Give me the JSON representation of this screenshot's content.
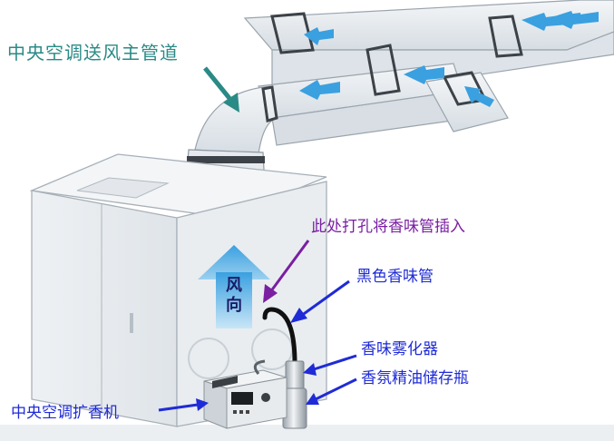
{
  "labels": {
    "main_duct": "中央空调送风主管道",
    "punch_hole": "此处打孔将香味管插入",
    "black_tube": "黑色香味管",
    "atomizer": "香味雾化器",
    "oil_bottle": "香氛精油储存瓶",
    "diffuser": "中央空调扩香机",
    "wind_1": "风",
    "wind_2": "向"
  },
  "colors": {
    "teal": "#2a8a86",
    "purple": "#7a1fa2",
    "label_blue": "#1f2bd6",
    "flow_arrow": "#3aa0e0"
  },
  "icons": [
    "flow-arrow-icon",
    "callout-arrow-icon"
  ]
}
